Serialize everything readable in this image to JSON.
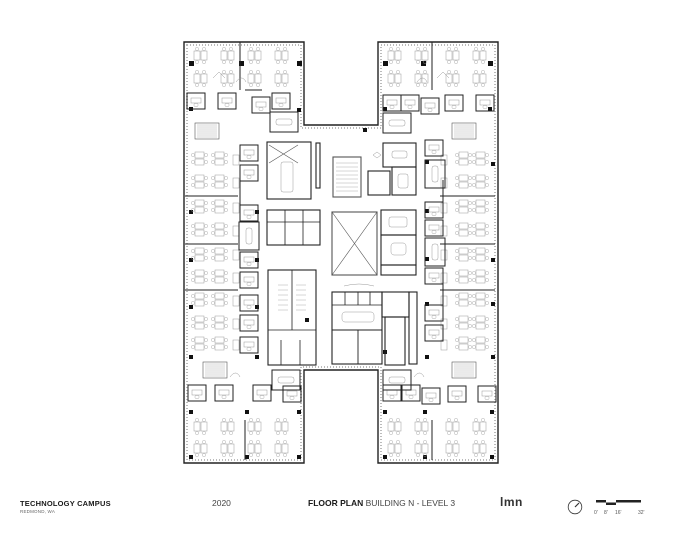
{
  "project": {
    "title": "TECHNOLOGY CAMPUS",
    "location": "REDMOND, WA"
  },
  "year": "2020",
  "plan": {
    "title_bold": "FLOOR PLAN",
    "title_rest": " BUILDING N - LEVEL 3"
  },
  "firm_logo": "lmn",
  "north_arrow": "north-arrow-icon",
  "scale_bar": {
    "labels": [
      "0'",
      "8'",
      "16'",
      "32'"
    ]
  },
  "colors": {
    "wall": "#1a1a1a",
    "furniture": "#8a8a8a",
    "background": "#ffffff"
  }
}
